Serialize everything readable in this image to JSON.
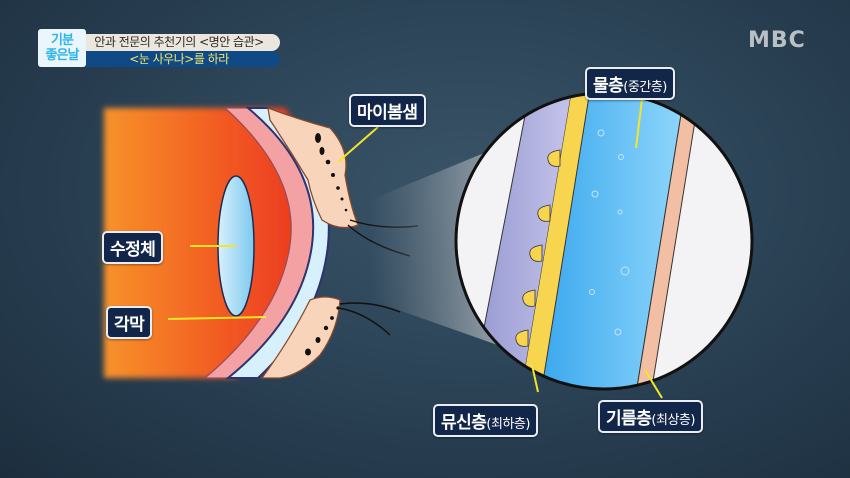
{
  "broadcast": {
    "show_logo_line1": "기분",
    "show_logo_line2": "좋은날",
    "caption_top": "안과 전문의 추천기의 <명안 습관>",
    "caption_bottom": "<눈 사우나>를 하라",
    "channel_logo": "MBC"
  },
  "diagram": {
    "labels": {
      "meibomian_gland": "마이봄샘",
      "lens": "수정체",
      "cornea": "각막",
      "aqueous_layer": "물층",
      "aqueous_layer_sub": "(중간층)",
      "mucin_layer": "뮤신층",
      "mucin_layer_sub": "(최하층)",
      "lipid_layer": "기름층",
      "lipid_layer_sub": "(최상층)"
    },
    "colors": {
      "background": "#2c4457",
      "eye_interior_orange": "#f7922a",
      "eye_interior_red": "#e8321e",
      "lens": "#a8dcf5",
      "cornea": "#d6f1fb",
      "mucin": "#f8d54e",
      "cell_layer": "#a3a6d8",
      "aqueous": "#5ab8f0",
      "lipid": "#f2bfa4",
      "eyelid": "#f8d5ba",
      "label_bg": "#12264a",
      "leader_line": "#f5e52a"
    }
  }
}
